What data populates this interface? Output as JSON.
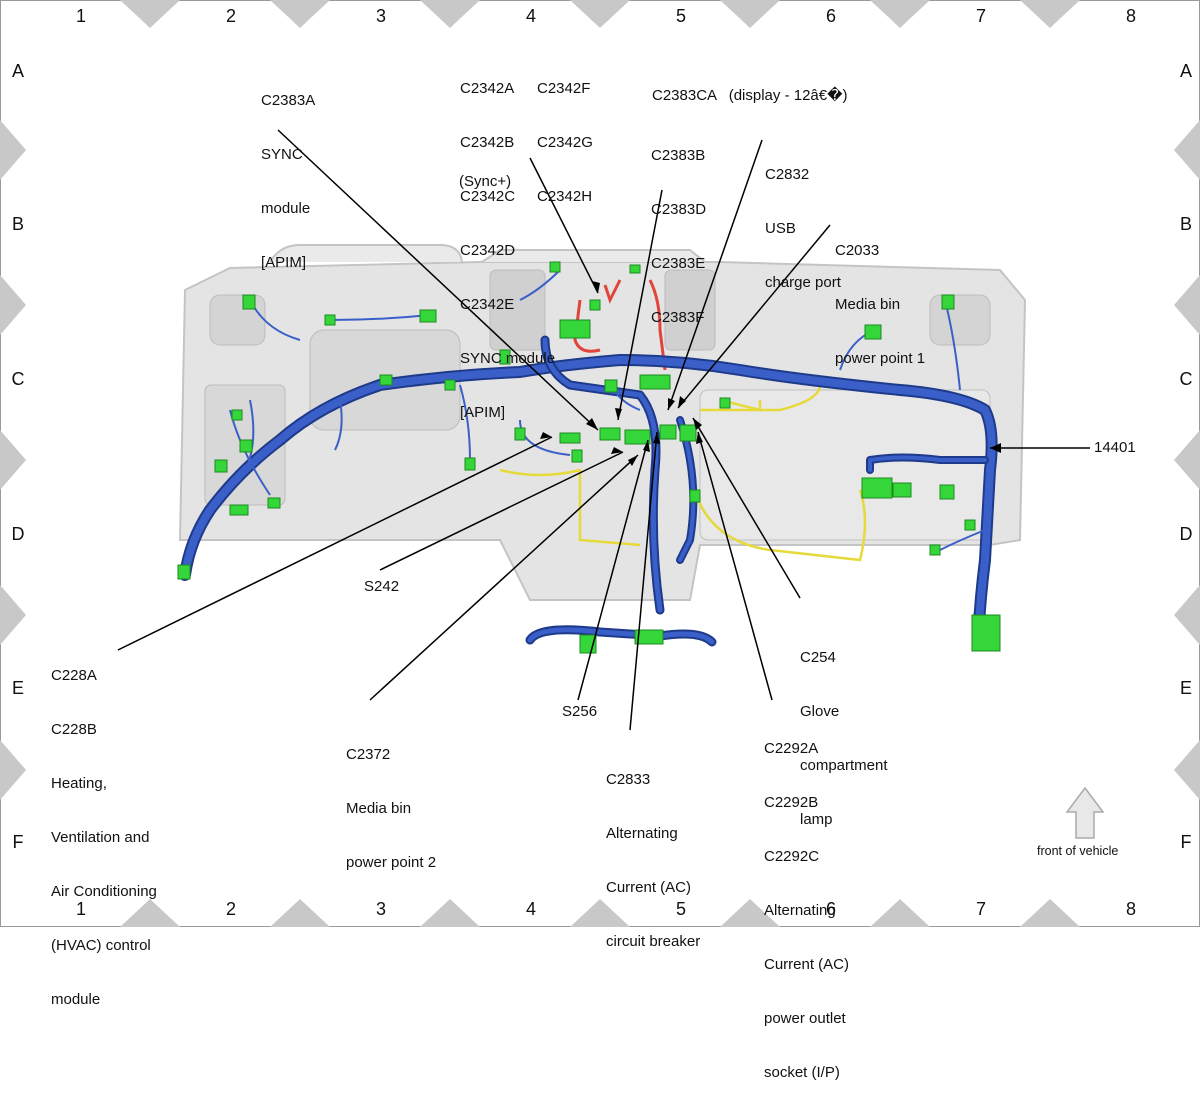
{
  "grid": {
    "columns": [
      "1",
      "2",
      "3",
      "4",
      "5",
      "6",
      "7",
      "8"
    ],
    "rows": [
      "A",
      "B",
      "C",
      "D",
      "E",
      "F"
    ]
  },
  "callouts": {
    "c2383a": [
      "C2383A",
      "SYNC",
      "module",
      "[APIM]"
    ],
    "c2342_left": [
      "C2342A",
      "C2342B",
      "C2342C",
      "C2342D",
      "C2342E",
      "SYNC module",
      "[APIM]"
    ],
    "c2342_right": [
      "C2342F",
      "C2342G",
      "C2342H"
    ],
    "sync_plus": "(Sync+)",
    "c2383ca": "C2383CA   (display - 12â€�)",
    "c2383bf": [
      "C2383B",
      "C2383D",
      "C2383E",
      "C2383F"
    ],
    "c2832": [
      "C2832",
      "USB",
      "charge port"
    ],
    "c2033": [
      "C2033",
      "Media bin",
      "power point 1"
    ],
    "c14401": "14401",
    "s242": "S242",
    "c228": [
      "C228A",
      "C228B",
      "Heating,",
      "Ventilation and",
      "Air Conditioning",
      "(HVAC) control",
      "module"
    ],
    "c2372": [
      "C2372",
      "Media bin",
      "power point 2"
    ],
    "s256": "S256",
    "c2833": [
      "C2833",
      "Alternating",
      "Current (AC)",
      "circuit breaker"
    ],
    "c2292": [
      "C2292A",
      "C2292B",
      "C2292C",
      "Alternating",
      "Current (AC)",
      "power outlet",
      "socket (I/P)"
    ],
    "c254": [
      "C254",
      "Glove",
      "compartment",
      "lamp"
    ]
  },
  "front_of_vehicle": "front of vehicle",
  "colors": {
    "harness_blue": "#3a5fc8",
    "harness_dark": "#1e3a8a",
    "connector_green": "#35d63a",
    "power_red": "#e0443a",
    "wire_yellow": "#e6d93a",
    "dash_gray": "#dcdcdc",
    "diamond_gray": "#c8c8c8"
  }
}
